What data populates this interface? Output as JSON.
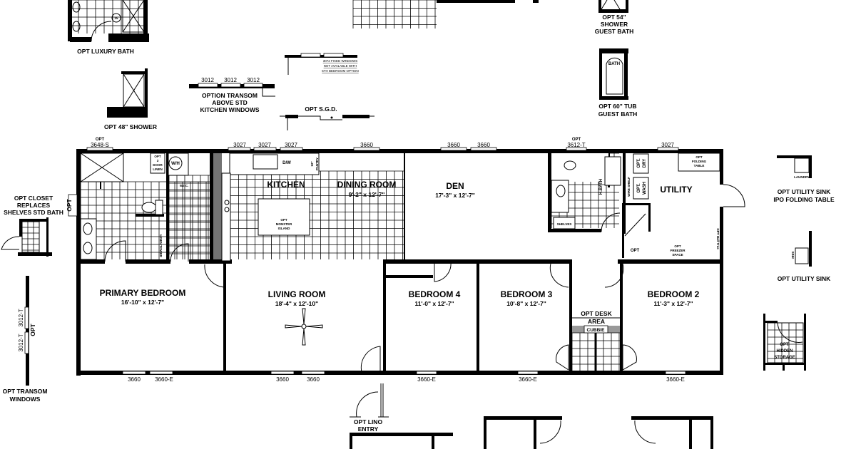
{
  "rooms": {
    "kitchen": {
      "name": "KITCHEN"
    },
    "dining": {
      "name": "DINING ROOM",
      "size": "9'-2\" x 12'-7\""
    },
    "den": {
      "name": "DEN",
      "size": "17'-3\" x 12'-7\""
    },
    "utility": {
      "name": "UTILITY"
    },
    "hbath": {
      "name": "H.BATH"
    },
    "primary": {
      "name": "PRIMARY BEDROOM",
      "size": "16'-10\" x 12'-7\""
    },
    "living": {
      "name": "LIVING ROOM",
      "size": "18'-4\" x 12'-10\""
    },
    "bed4": {
      "name": "BEDROOM 4",
      "size": "11'-0\" x 12'-7\""
    },
    "bed3": {
      "name": "BEDROOM 3",
      "size": "10'-8\" x 12'-7\""
    },
    "bed2": {
      "name": "BEDROOM 2",
      "size": "11'-3\" x 12'-7\""
    },
    "desk": {
      "line1": "OPT DESK",
      "line2": "AREA",
      "cubbie": "CUBBIE"
    }
  },
  "fixtures": {
    "linen": [
      "OPT",
      "3",
      "DOOR",
      "LINEN"
    ],
    "wh": "W/H",
    "wic": "W.I.C.",
    "linen_tower": "LINEN TOWER",
    "dw": "D/W",
    "pantry": [
      "18\"",
      "PANTRY"
    ],
    "island": [
      "OPT",
      "MONSTER",
      "ISLAND"
    ],
    "dry": [
      "OPT.",
      "DRY"
    ],
    "wash": [
      "OPT.",
      "WASH"
    ],
    "wire_shelf": "WIRE SHELF",
    "folding": [
      "OPT",
      "FOLDING",
      "TABLE"
    ],
    "shelves": "SHELVES",
    "closet_opt": "OPT",
    "freezer": [
      "OPT",
      "FREEZER",
      "SPACE"
    ],
    "half_tree": "OPT Half Tree",
    "laundry_sink": [
      "OPT.",
      "LAUNDRY",
      "SINK"
    ],
    "tub": "BATH",
    "seat": "25"
  },
  "windows_top": {
    "opt_shower_win": [
      "OPT",
      "3648-S"
    ],
    "kitchen": [
      "3027",
      "3027",
      "3027"
    ],
    "dining": "3660",
    "den": [
      "3660",
      "3660"
    ],
    "hbath": [
      "OPT",
      "3612-T"
    ],
    "utility": "3027",
    "side_opt": "OPT"
  },
  "windows_bottom": {
    "primary": [
      "3660",
      "3660-E"
    ],
    "living": [
      "3660",
      "3660"
    ],
    "bed4": "3660-E",
    "bed3": "3660-E",
    "bed2": "3660-E"
  },
  "options": {
    "luxury_bath": "OPT LUXURY BATH",
    "shower48": "OPT 48\" SHOWER",
    "transom_kitchen": {
      "windows": [
        "3012",
        "3012",
        "3012"
      ],
      "lines": [
        "OPTION TRANSOM",
        "ABOVE STD",
        "KITCHEN WINDOWS"
      ]
    },
    "fixed_windows": [
      "3072 FIXED WINDOWS",
      "NOT AVAILABLE WITH",
      "5TH BEDROOM OPTION"
    ],
    "sgd": "OPT S.G.D.",
    "shower54": [
      "OPT 54\"",
      "SHOWER",
      "GUEST BATH"
    ],
    "tub60": [
      "OPT 60\" TUB",
      "GUEST BATH"
    ],
    "closet": [
      "OPT  CLOSET",
      "REPLACES",
      "SHELVES STD BATH"
    ],
    "transom_windows": {
      "windows": [
        "3012-T",
        "3012-T"
      ],
      "opt": "OPT",
      "lines": [
        "OPT TRANSOM",
        "WINDOWS"
      ]
    },
    "lino_entry": [
      "OPT LINO",
      "ENTRY"
    ],
    "utility_sink_ipo": [
      "OPT  UTILITY SINK",
      "IPO FOLDING TABLE"
    ],
    "utility_sink": "OPT  UTILITY SINK",
    "hidden_storage": [
      "OPT.",
      "HIDDEN",
      "STORAGE"
    ]
  }
}
